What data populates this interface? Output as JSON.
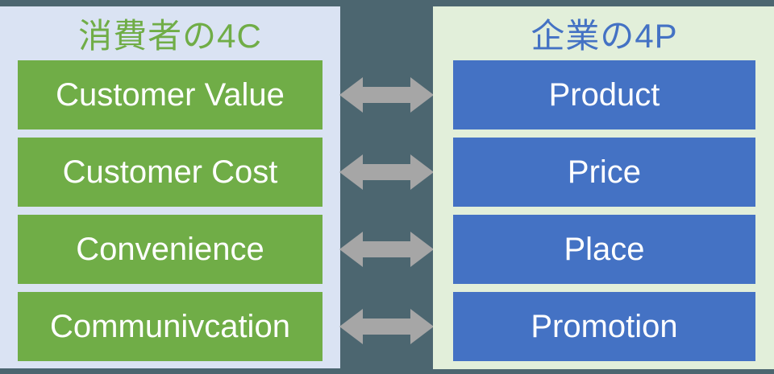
{
  "colors": {
    "page-bg": "#4C6670",
    "left-panel-bg": "#DAE3F3",
    "right-panel-bg": "#E2EFDA",
    "green-accent": "#70AD47",
    "blue-accent": "#4472C4",
    "arrow": "#A6A6A6",
    "box-text": "#FFFFFF"
  },
  "left_panel": {
    "title": "消費者の4C",
    "items": [
      "Customer Value",
      "Customer Cost",
      "Convenience",
      "Communivcation"
    ]
  },
  "right_panel": {
    "title": "企業の4P",
    "items": [
      "Product",
      "Price",
      "Place",
      "Promotion"
    ]
  },
  "arrows": {
    "type": "double-headed-horizontal",
    "count": 4
  }
}
